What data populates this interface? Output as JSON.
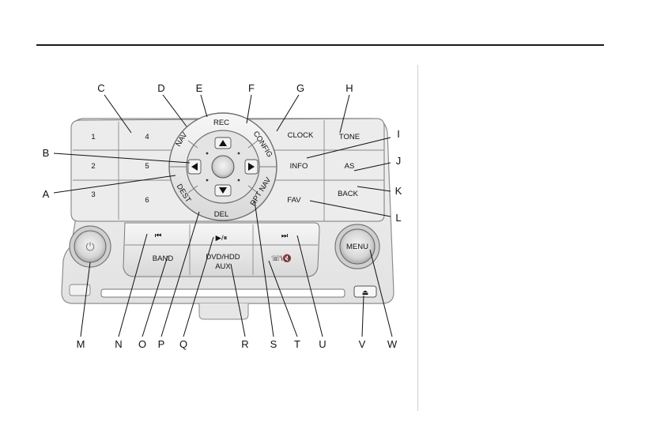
{
  "callouts": {
    "top": [
      "C",
      "D",
      "E",
      "F",
      "G",
      "H"
    ],
    "right": [
      "I",
      "J",
      "K",
      "L"
    ],
    "left": [
      "B",
      "A"
    ],
    "bottom": [
      "M",
      "N",
      "O",
      "P",
      "Q",
      "R",
      "S",
      "T",
      "U",
      "V",
      "W"
    ]
  },
  "buttons": {
    "presets": [
      "1",
      "2",
      "3",
      "4",
      "5",
      "6"
    ],
    "rec": "REC",
    "nav": "NAV",
    "config": "CONFIG",
    "dest": "DEST",
    "rpt_nav": "RPT NAV",
    "del": "DEL",
    "clock": "CLOCK",
    "info": "INFO",
    "fav": "FAV",
    "tone": "TONE",
    "as": "AS",
    "back": "BACK",
    "band": "BAND",
    "dvd_line1": "DVD/HDD",
    "dvd_line2": "AUX",
    "menu": "MENU",
    "seek_prev": "⏮",
    "play_pause": "▶/⏸",
    "seek_next": "⏭",
    "phone_mute": "☏\\🔇",
    "eject": "⏏",
    "power": "⏻"
  }
}
